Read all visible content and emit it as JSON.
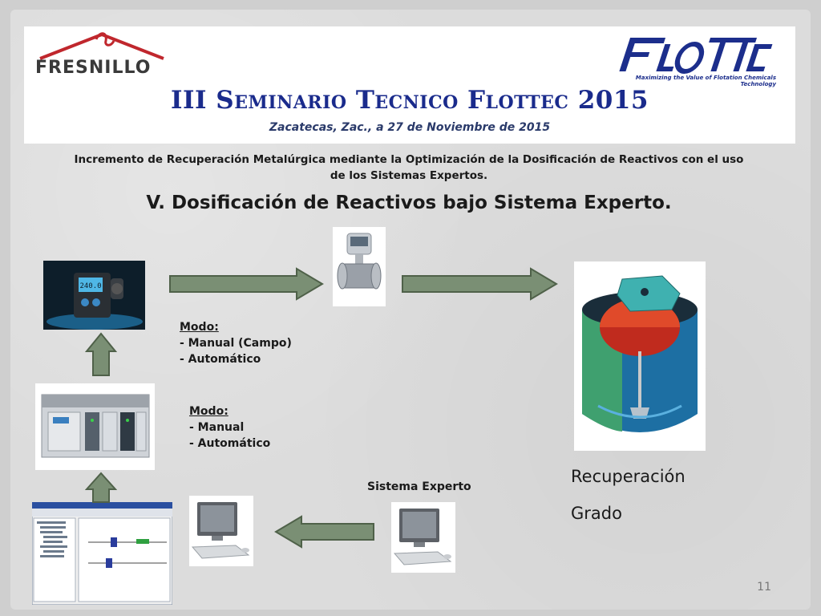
{
  "colors": {
    "title_blue": "#1a2b8c",
    "arrow_fill": "#7a8f74",
    "arrow_stroke": "#4f6149",
    "logo_red": "#c0272d"
  },
  "header": {
    "fresnillo_logo": "FRESNILLO",
    "flottec_logo": "FLOTTEC",
    "flottec_tagline": "Maximizing the Value of Flotation Chemicals Technology",
    "title": "III Seminario Tecnico Flottec 2015",
    "subtitle": "Zacatecas, Zac., a 27 de Noviembre de 2015"
  },
  "description": {
    "line1": "Incremento de Recuperación Metalúrgica mediante la Optimización de la Dosificación de Reactivos con el uso",
    "line2": "de los Sistemas Expertos."
  },
  "section_title": "V. Dosificación de Reactivos bajo Sistema Experto.",
  "diagram": {
    "pump_display": "240.0",
    "mode_pump": {
      "heading": "Modo:",
      "items": [
        "- Manual (Campo)",
        "- Automático"
      ]
    },
    "mode_plc": {
      "heading": "Modo:",
      "items": [
        "- Manual",
        "- Automático"
      ]
    },
    "expert_system_label": "Sistema Experto",
    "outputs": [
      "Recuperación",
      "Grado"
    ],
    "icons": {
      "pump": "dosing-pump-icon",
      "flowmeter": "flowmeter-icon",
      "cell": "flotation-cell-icon",
      "plc": "plc-controller-icon",
      "software": "software-screenshot-icon",
      "computer": "computer-icon"
    }
  },
  "page_number": "11"
}
